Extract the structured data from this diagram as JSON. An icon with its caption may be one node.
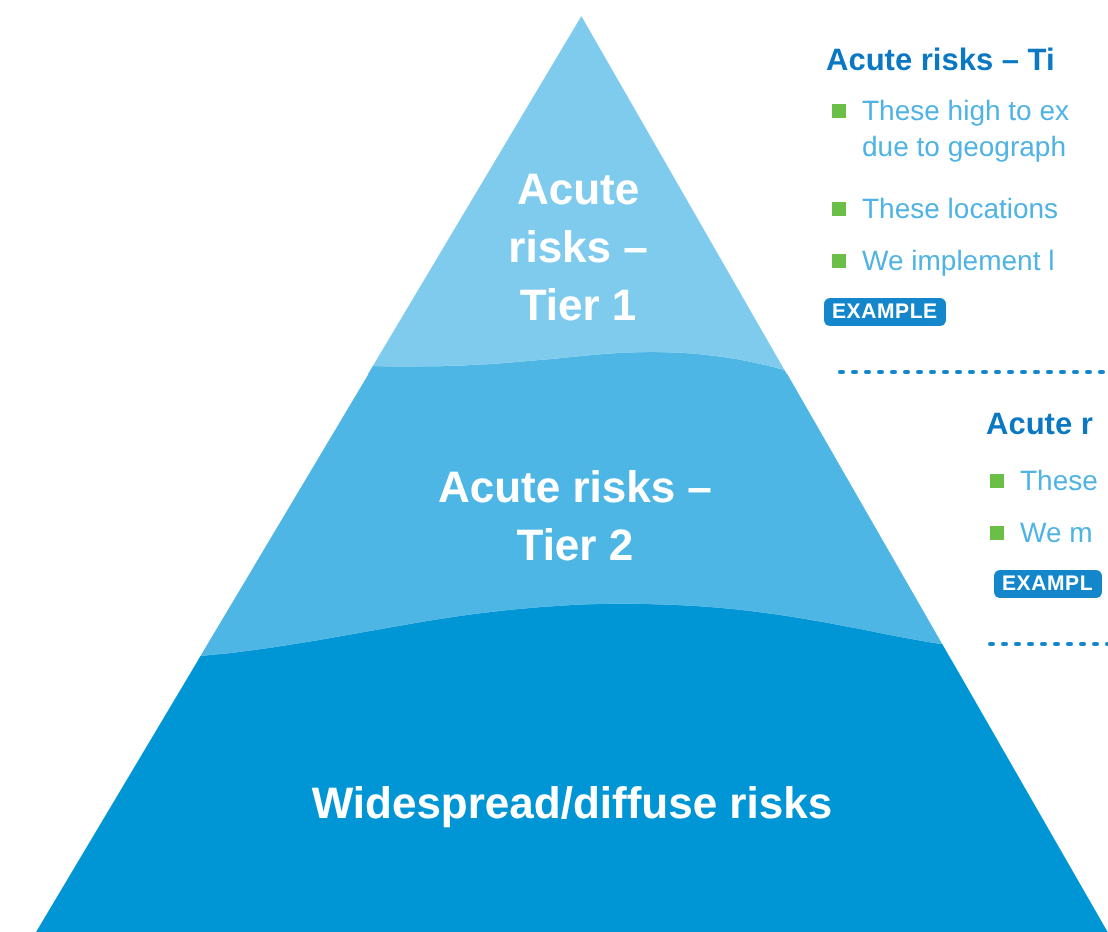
{
  "diagram": {
    "nodes": [
      {
        "text": [
          "Acute risks – Tier 1"
        ]
      },
      {
        "text": [
          "Acute risks – Tier 2"
        ]
      },
      {
        "text": [
          "Widespread/diffuse risks"
        ]
      }
    ],
    "labels": [
      "Acute risks – Ti",
      "These high to ex",
      "due to geograph",
      "These locations",
      "We implement l",
      "EXAMPLE",
      "Acute r",
      "These",
      "We m",
      "EXAMPL"
    ]
  }
}
